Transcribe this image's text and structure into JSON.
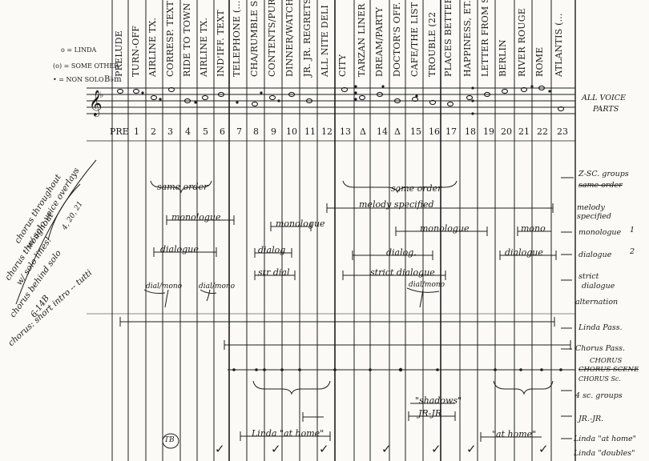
{
  "legend": {
    "linda": "o = LINDA",
    "some_other": "(o) = SOME OTHER",
    "non_solo": "• = NON SOLO",
    "key": "B♭m"
  },
  "scenes": [
    "PRELUDE",
    "TURN-OFF",
    "AIRLINE TX.",
    "CORRESP. TEXT",
    "RIDE TO TOWN",
    "AIRLINE TX.",
    "IND'IFF. TEXT",
    "TELEPHONE (...",
    "CHA/RUMBLE SE",
    "CONTENTS/PURS.",
    "DINNER/WATCH",
    "JR. JR. REGRETS",
    "ALL NITE DELI",
    "CITY",
    "TARZAN LINER",
    "DREAM/PARTY",
    "DOCTOR'S OFF.",
    "CAFE/THE LIST",
    "TROUBLE (22",
    "PLACES BETTER",
    "HAPPINESS, ET.",
    "LETTER FROM S",
    "BERLIN",
    "RIVER ROUGE",
    "ROME",
    "ATLANTIS (..."
  ],
  "numbers": [
    "PRE",
    "1",
    "2",
    "3",
    "4",
    "5",
    "6",
    "7",
    "8",
    "9",
    "10",
    "11",
    "12",
    "13",
    "Δ",
    "14",
    "Δ",
    "15",
    "16",
    "17",
    "18",
    "19",
    "20",
    "21",
    "22",
    "23"
  ],
  "bars": {
    "same_order": "same order",
    "melody_specified": "melody specified",
    "monologue": "monologue",
    "monologue_2": "monologue",
    "monologue_3": "monologue",
    "monologue_4": "mono",
    "dialogue": "dialogue",
    "dialogue_2": "dialog",
    "dialogue_3": "dialog.",
    "dialogue_4": "dialogue",
    "strict_dialogue": "strict dialogue",
    "strict_dial_short": "str dial",
    "dial_mono": "dial/mono",
    "dial_mono_2": "dial/mono",
    "dial_mono_3": "dial/mono",
    "shadows": "\"shadows\"",
    "jr_jr": "JR-JR",
    "linda_at_home": "Linda \"at home\"",
    "at_home": "\"at home\"",
    "tb": "TB"
  },
  "right_labels": {
    "all_voice": "ALL VOICE",
    "parts": "PARTS",
    "z_sc_groups": "Z-SC. groups",
    "same_order": "same order",
    "melody_specified_1": "melody",
    "melody_specified_2": "specified",
    "monologue": "monologue",
    "monologue_num": "1",
    "dialogue": "dialogue",
    "dialogue_num": "2",
    "strict_1": "strict",
    "strict_2": "dialogue",
    "alternation": "alternation",
    "linda_pass": "Linda Pass.",
    "chorus_pass": "Chorus Pass.",
    "chorus_sc_1": "CHORUS",
    "chorus_sc_2": "CHORUS SCENE",
    "chorus_sc_3": "CHORUS Sc.",
    "four_sc_groups": "4 sc. groups",
    "jr_jr": "JR.-JR.",
    "linda_at_home": "Linda \"at home\"",
    "linda_doubles": "Linda \"doubles\""
  },
  "margin_notes": {
    "n1": "chorus throughout",
    "n2": "w/ solo voice overlays",
    "n3": "4, 20, 21",
    "n4": "chorus throughout",
    "n5": "w/ solo lines!",
    "n6": "chorus behind solo",
    "n7": "6-14B",
    "n8": "chorus: short intro -- tutti"
  },
  "checks": [
    "✓",
    "✓",
    "✓",
    "✓",
    "✓",
    "✓",
    "✓"
  ]
}
